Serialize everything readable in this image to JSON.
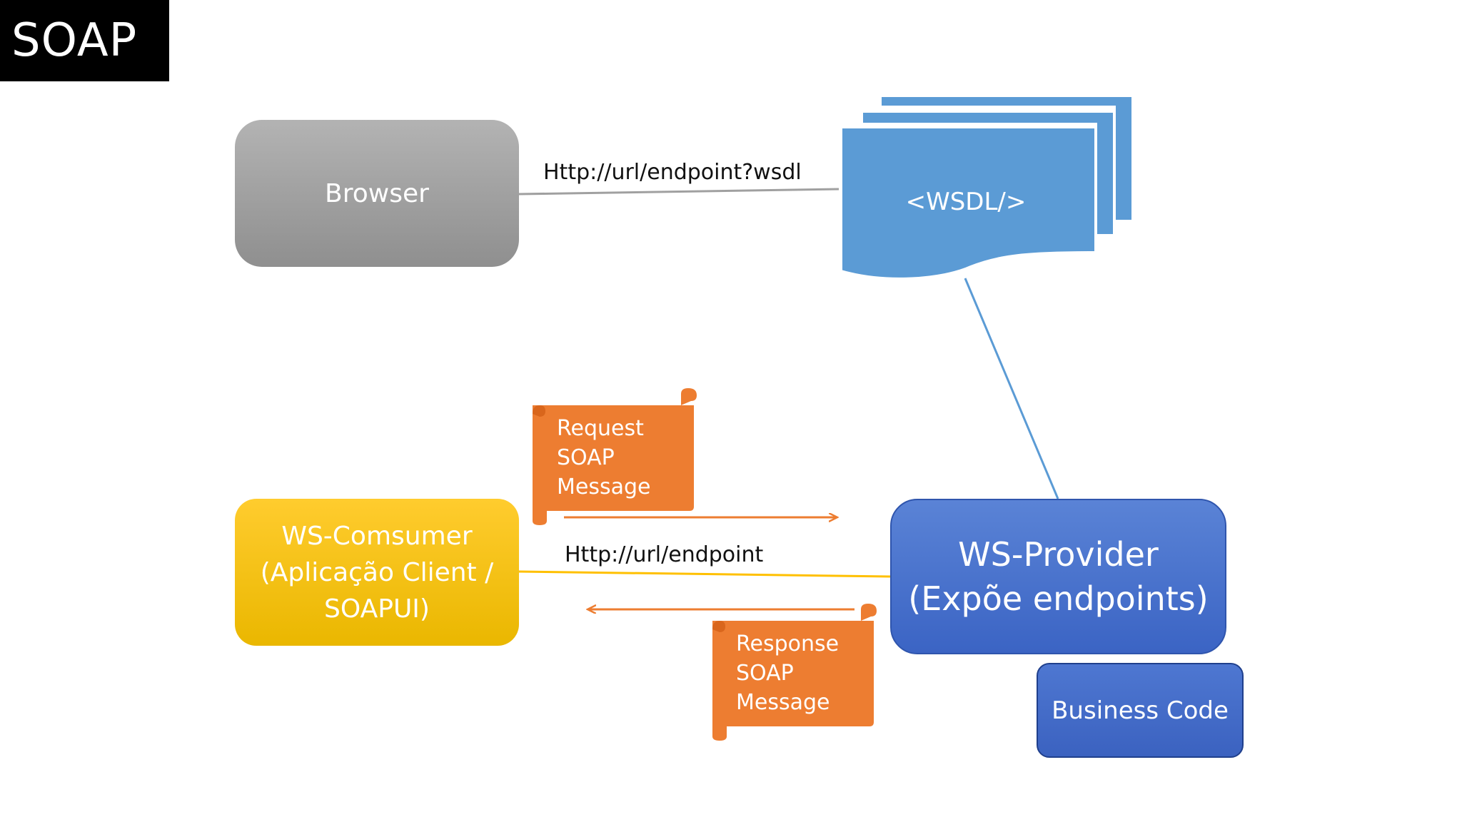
{
  "title": "SOAP",
  "nodes": {
    "browser": "Browser",
    "wsdl": "<WSDL/>",
    "consumer": {
      "line1": "WS-Comsumer",
      "line2": "(Aplicação Client /",
      "line3": "SOAPUI)"
    },
    "provider": {
      "line1": "WS-Provider",
      "line2": "(Expõe endpoints)"
    },
    "business": "Business Code"
  },
  "edges": {
    "wsdl_url": "Http://url/endpoint?wsdl",
    "endpoint_url": "Http://url/endpoint"
  },
  "messages": {
    "request": {
      "line1": "Request",
      "line2": "SOAP",
      "line3": "Message"
    },
    "response": {
      "line1": "Response",
      "line2": "SOAP",
      "line3": "Message"
    }
  },
  "colors": {
    "browser": "#9e9e9e",
    "wsdl": "#5b9bd5",
    "consumer": "#ffc000",
    "provider": "#4472c4",
    "message": "#ed7d31",
    "endpoint_line": "#ffc000",
    "wsdl_line": "#5b9bd5",
    "browser_line": "#a0a0a0"
  }
}
